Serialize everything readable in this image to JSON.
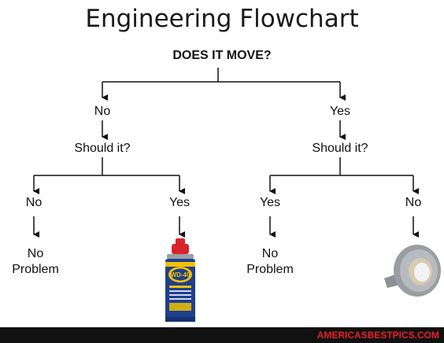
{
  "title": "Engineering Flowchart",
  "root_question": "DOES IT MOVE?",
  "left_branch": {
    "answer": "No",
    "question": "Should it?",
    "outcomes": [
      {
        "answer": "No",
        "result_line1": "No",
        "result_line2": "Problem"
      },
      {
        "answer": "Yes",
        "result_image": "WD-40 spray can",
        "can_label": "WD-40"
      }
    ]
  },
  "right_branch": {
    "answer": "Yes",
    "question": "Should it?",
    "outcomes": [
      {
        "answer": "Yes",
        "result_line1": "No",
        "result_line2": "Problem"
      },
      {
        "answer": "No",
        "result_image": "duct tape roll"
      }
    ]
  },
  "footer": {
    "watermark": "AMERICASBESTPICS.COM"
  },
  "colors": {
    "line": "#111111",
    "footer_bg": "#111111",
    "watermark": "#e61f2c",
    "can_blue": "#1f3f8f",
    "can_yellow": "#f2c200",
    "can_red": "#d8232a",
    "tape_gray": "#9a9ea3"
  }
}
